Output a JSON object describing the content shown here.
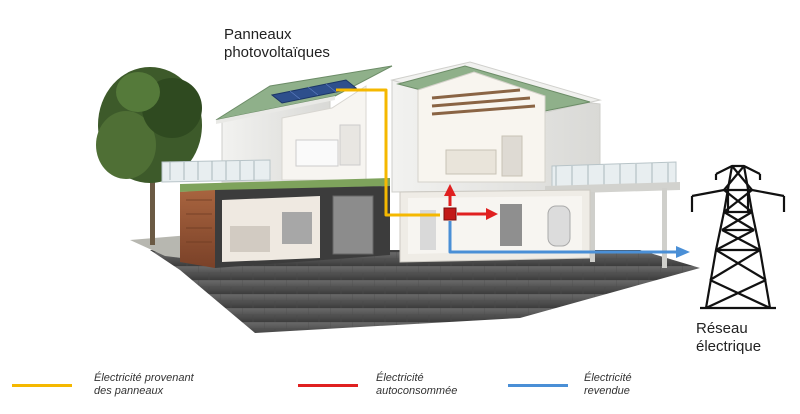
{
  "labels": {
    "panels": [
      "Panneaux",
      "photovoltaïques"
    ],
    "grid": [
      "Réseau",
      "électrique"
    ]
  },
  "legend": [
    {
      "lines": [
        "Électricité provenant",
        "des panneaux"
      ],
      "color": "#f5b800"
    },
    {
      "lines": [
        "Électricité",
        "autoconsommée"
      ],
      "color": "#e02020"
    },
    {
      "lines": [
        "Électricité",
        "revendue"
      ],
      "color": "#4a8fd6"
    }
  ],
  "colors": {
    "solar_flow": "#f5b800",
    "self_consumed_flow": "#e02020",
    "resold_flow": "#4a8fd6",
    "roof": "#8fb08a",
    "wood_cladding": "#9b5a3a",
    "pavement": "#555555",
    "tree": "#3d5a2a"
  },
  "icons": [
    "solar-panel-icon",
    "electricity-pylon-icon",
    "tree-icon",
    "inverter-icon"
  ]
}
